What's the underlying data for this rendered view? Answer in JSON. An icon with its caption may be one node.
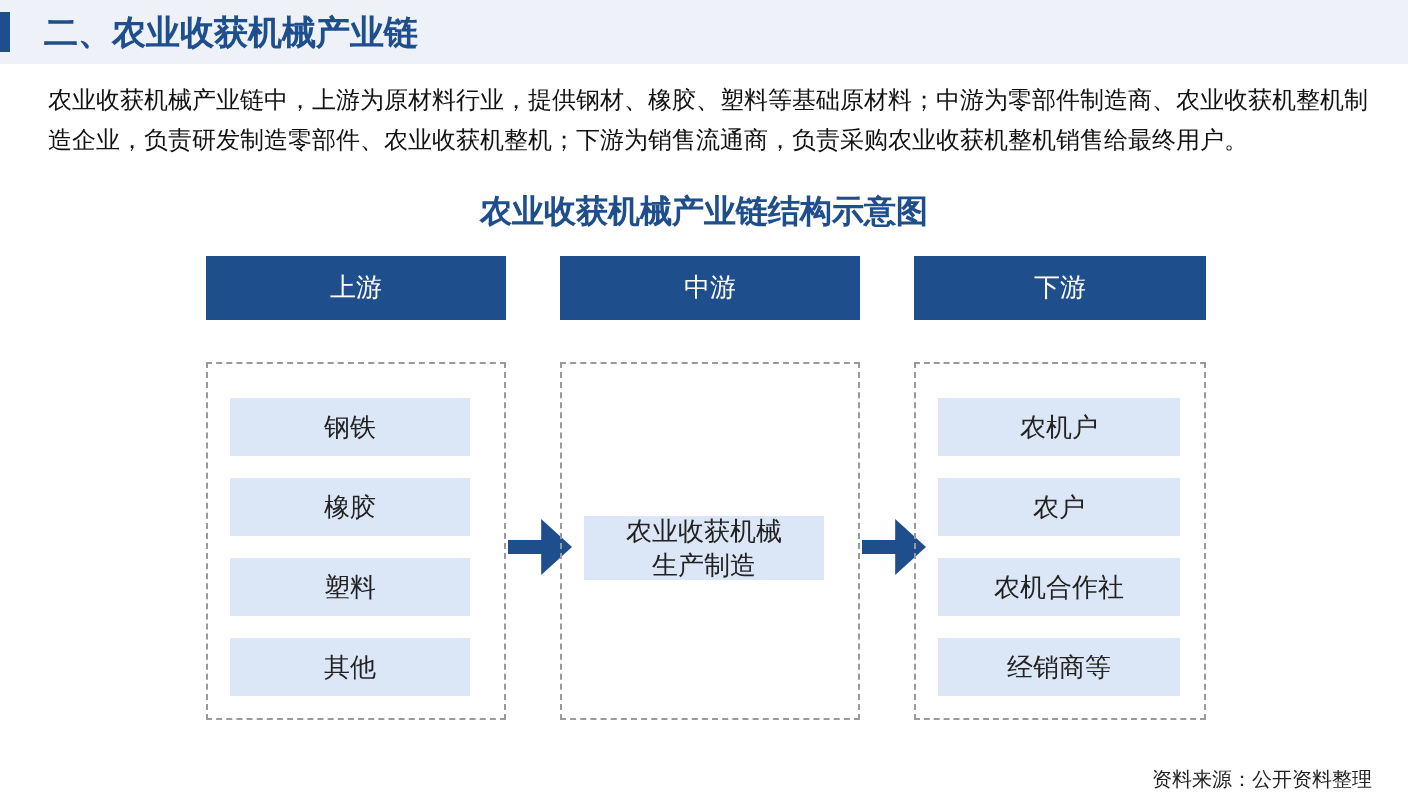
{
  "diagram": {
    "title": "农业收获机械产业链结构示意图",
    "nodes": [
      {
        "text": [
          "上游"
        ]
      },
      {
        "text": [
          "中游"
        ]
      },
      {
        "text": [
          "下游"
        ]
      },
      {
        "text": [],
        "shape": "box"
      },
      {
        "text": [
          "钢铁"
        ],
        "in": 3
      },
      {
        "text": [
          "橡胶"
        ],
        "in": 3
      },
      {
        "text": [
          "塑料"
        ],
        "in": 3
      },
      {
        "text": [
          "其他"
        ],
        "in": 3
      },
      {
        "text": [],
        "shape": "box"
      },
      {
        "text": [
          "农业收获机械生产制造"
        ],
        "in": 8
      },
      {
        "text": [],
        "shape": "box"
      },
      {
        "text": [
          "农机户"
        ],
        "in": 10
      },
      {
        "text": [
          "农户"
        ],
        "in": 10
      },
      {
        "text": [
          "农机合作社"
        ],
        "in": 10
      },
      {
        "text": [
          "经销商等"
        ],
        "in": 10
      }
    ],
    "edges": [
      {
        "from": 3,
        "to": 8,
        "arrow": "to"
      },
      {
        "from": 8,
        "to": 10,
        "arrow": "to"
      }
    ],
    "labels": [
      "二、农业收获机械产业链",
      "农业收获机械产业链中，上游为原材料行业，提供钢材、橡胶、塑料等基础原材料；中游为零部件制造商、农业收获机整机制造企业，负责研发制造零部件、农业收获机整机；下游为销售流通商，负责采购农业收获机整机销售给最终用户。",
      "资料来源：公开资料整理"
    ]
  }
}
